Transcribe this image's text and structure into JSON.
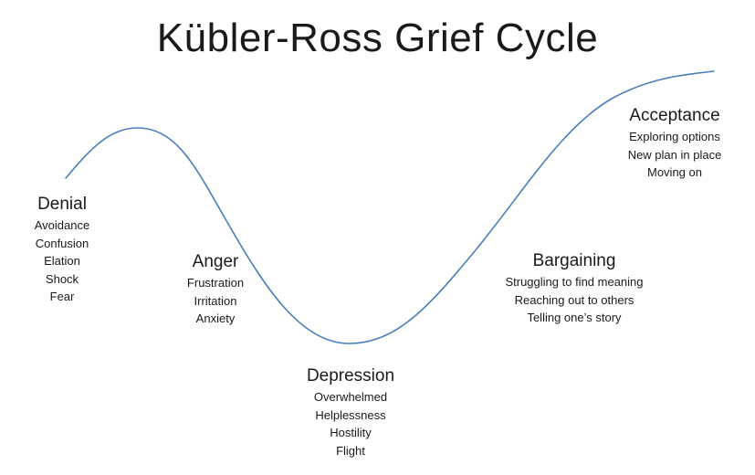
{
  "title": "Kübler-Ross Grief Cycle",
  "curve_color": "#4a7ebb",
  "stages": [
    {
      "name": "Denial",
      "items": [
        "Avoidance",
        "Confusion",
        "Elation",
        "Shock",
        "Fear"
      ]
    },
    {
      "name": "Anger",
      "items": [
        "Frustration",
        "Irritation",
        "Anxiety"
      ]
    },
    {
      "name": "Depression",
      "items": [
        "Overwhelmed",
        "Helplessness",
        "Hostility",
        "Flight"
      ]
    },
    {
      "name": "Bargaining",
      "items": [
        "Struggling to find meaning",
        "Reaching out to others",
        "Telling one’s story"
      ]
    },
    {
      "name": "Acceptance",
      "items": [
        "Exploring options",
        "New plan in place",
        "Moving on"
      ]
    }
  ]
}
